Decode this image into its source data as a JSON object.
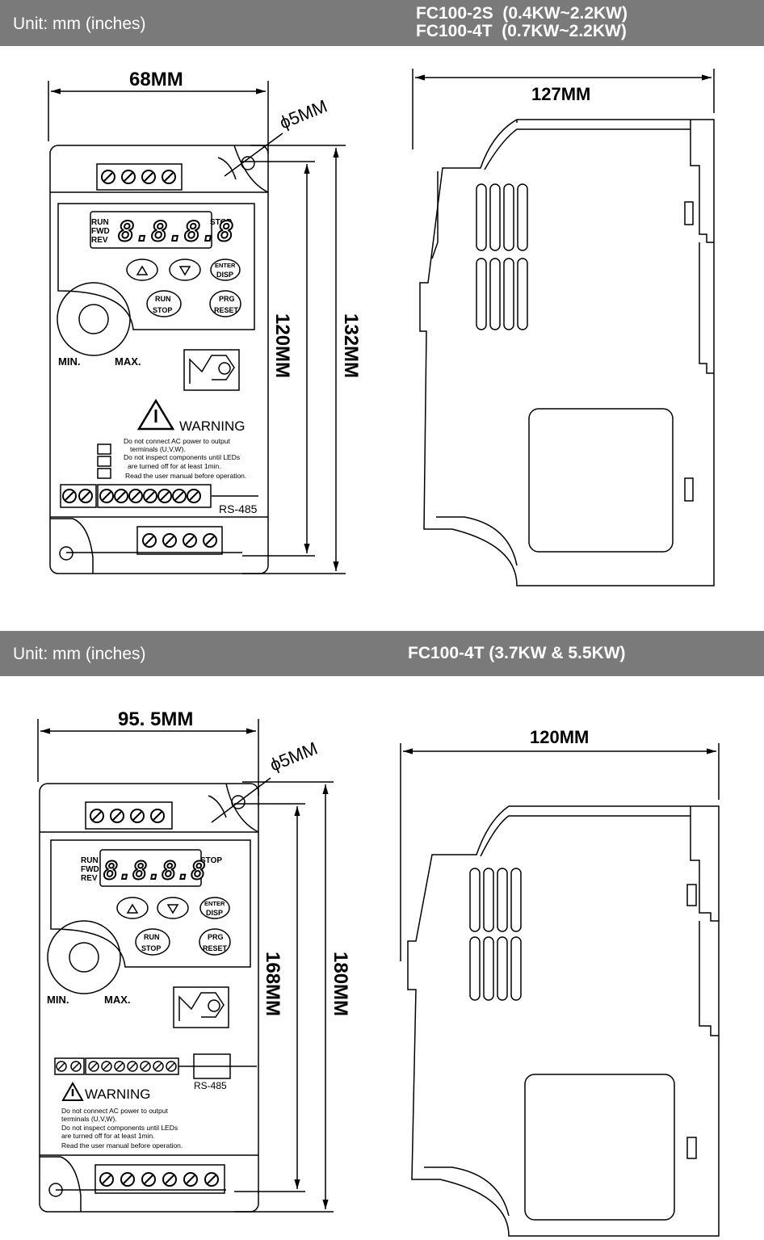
{
  "sections": [
    {
      "unit_label": "Unit: mm (inches)",
      "model_label": "FC100-2S  (0.4KW~2.2KW)\nFC100-4T  (0.7KW~2.2KW)",
      "width_dim": "68MM",
      "hole_dim": "ϕ5MM",
      "inner_height_dim": "120MM",
      "outer_height_dim": "132MM",
      "depth_dim": "127MM",
      "panel": {
        "run": "RUN",
        "fwd": "FWD",
        "rev": "REV",
        "stop": "STOP",
        "display": "8.8.8.8",
        "enter": "ENTER",
        "disp": "DISP",
        "run_key": "RUN",
        "stop_key": "STOP",
        "prg": "PRG",
        "reset": "RESET",
        "min": "MIN.",
        "max": "MAX.",
        "warning": "WARNING",
        "warn_line1": "Do not connect AC power to output",
        "warn_line2": "terminals (U,V,W).",
        "warn_line3": "Do not inspect components until LEDs",
        "warn_line4": "are turned off for at least 1min.",
        "warn_line5": "Read the user manual before operation.",
        "rs485": "RS-485"
      }
    },
    {
      "unit_label": "Unit: mm (inches)",
      "model_label": "FC100-4T (3.7KW & 5.5KW)",
      "width_dim": "95. 5MM",
      "hole_dim": "ϕ5MM",
      "inner_height_dim": "168MM",
      "outer_height_dim": "180MM",
      "depth_dim": "120MM",
      "panel": {
        "run": "RUN",
        "fwd": "FWD",
        "rev": "REV",
        "stop": "STOP",
        "display": "8.8.8.8",
        "enter": "ENTER",
        "disp": "DISP",
        "run_key": "RUN",
        "stop_key": "STOP",
        "prg": "PRG",
        "reset": "RESET",
        "min": "MIN.",
        "max": "MAX.",
        "warning": "WARNING",
        "warn_line1": "Do not connect AC power to output",
        "warn_line2": "terminals (U,V,W).",
        "warn_line3": "Do not inspect components until LEDs",
        "warn_line4": "are turned off for at least 1min.",
        "warn_line5": "Read the user manual before operation.",
        "rs485": "RS-485"
      }
    }
  ]
}
